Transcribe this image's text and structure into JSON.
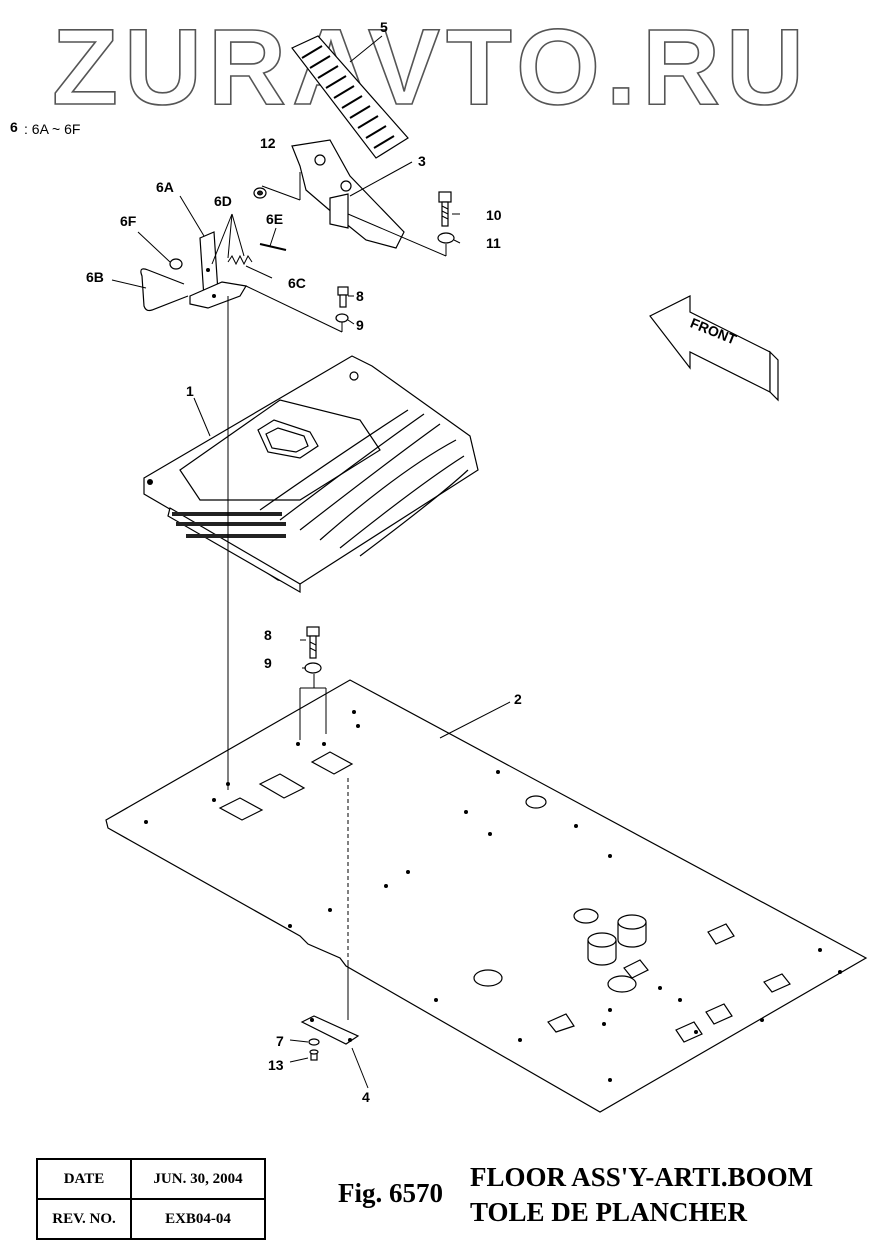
{
  "watermark": "ZURAVTO.RU",
  "kit_note": {
    "number": "6",
    "range": ": 6A ~ 6F"
  },
  "front_label": "FRONT",
  "callouts": {
    "c1": "1",
    "c2": "2",
    "c3": "3",
    "c4": "4",
    "c5": "5",
    "c6a": "6A",
    "c6b": "6B",
    "c6c": "6C",
    "c6d": "6D",
    "c6e": "6E",
    "c6f": "6F",
    "c7": "7",
    "c8a": "8",
    "c8b": "8",
    "c9a": "9",
    "c9b": "9",
    "c10": "10",
    "c11": "11",
    "c12": "12",
    "c13": "13"
  },
  "info": {
    "date_label": "DATE",
    "date_value": "JUN. 30, 2004",
    "rev_label": "REV. NO.",
    "rev_value": "EXB04-04"
  },
  "figure": {
    "number": "Fig. 6570",
    "title_en": "FLOOR ASS'Y-ARTI.BOOM",
    "title_fr": "TOLE DE PLANCHER"
  }
}
